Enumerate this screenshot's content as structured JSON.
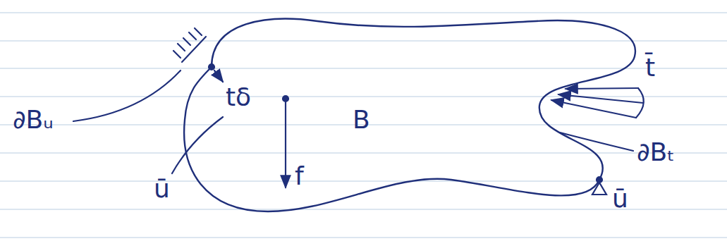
{
  "diagram": {
    "nodes": [
      {
        "text": [
          "B"
        ]
      }
    ],
    "labels": [
      "∂Bᵤ",
      "tδ",
      "ū",
      "f",
      "t̄",
      "∂Bₜ",
      "ū"
    ]
  }
}
